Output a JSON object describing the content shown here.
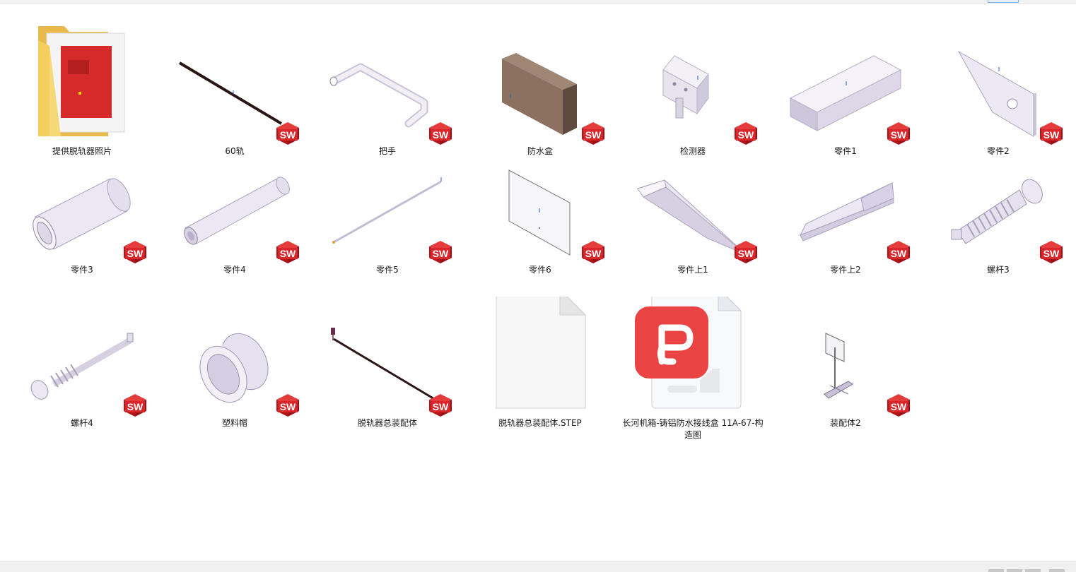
{
  "files": [
    {
      "name": "提供脱轨器照片",
      "icon": "folder-icon"
    },
    {
      "name": "60轨",
      "icon": "solidworks-part-icon"
    },
    {
      "name": "把手",
      "icon": "solidworks-part-icon"
    },
    {
      "name": "防水盒",
      "icon": "solidworks-part-icon"
    },
    {
      "name": "检测器",
      "icon": "solidworks-part-icon"
    },
    {
      "name": "零件1",
      "icon": "solidworks-part-icon"
    },
    {
      "name": "零件2",
      "icon": "solidworks-part-icon"
    },
    {
      "name": "零件3",
      "icon": "solidworks-part-icon"
    },
    {
      "name": "零件4",
      "icon": "solidworks-part-icon"
    },
    {
      "name": "零件5",
      "icon": "solidworks-part-icon"
    },
    {
      "name": "零件6",
      "icon": "solidworks-part-icon"
    },
    {
      "name": "零件上1",
      "icon": "solidworks-part-icon"
    },
    {
      "name": "零件上2",
      "icon": "solidworks-part-icon"
    },
    {
      "name": "螺杆3",
      "icon": "solidworks-part-icon"
    },
    {
      "name": "螺杆4",
      "icon": "solidworks-part-icon"
    },
    {
      "name": "塑料帽",
      "icon": "solidworks-part-icon"
    },
    {
      "name": "脱轨器总装配体",
      "icon": "solidworks-assembly-icon"
    },
    {
      "name": "脱轨器总装配体.STEP",
      "icon": "blank-file-icon"
    },
    {
      "name": "长河机箱-铸铝防水接线盒 11A-67-构造图",
      "icon": "pdf-reader-icon"
    },
    {
      "name": "装配体2",
      "icon": "solidworks-assembly-icon"
    }
  ],
  "badge": {
    "text": "SW",
    "color": "#d8262a"
  },
  "colors": {
    "folder": "#f5cf6b",
    "accent": "#e84c4c"
  }
}
